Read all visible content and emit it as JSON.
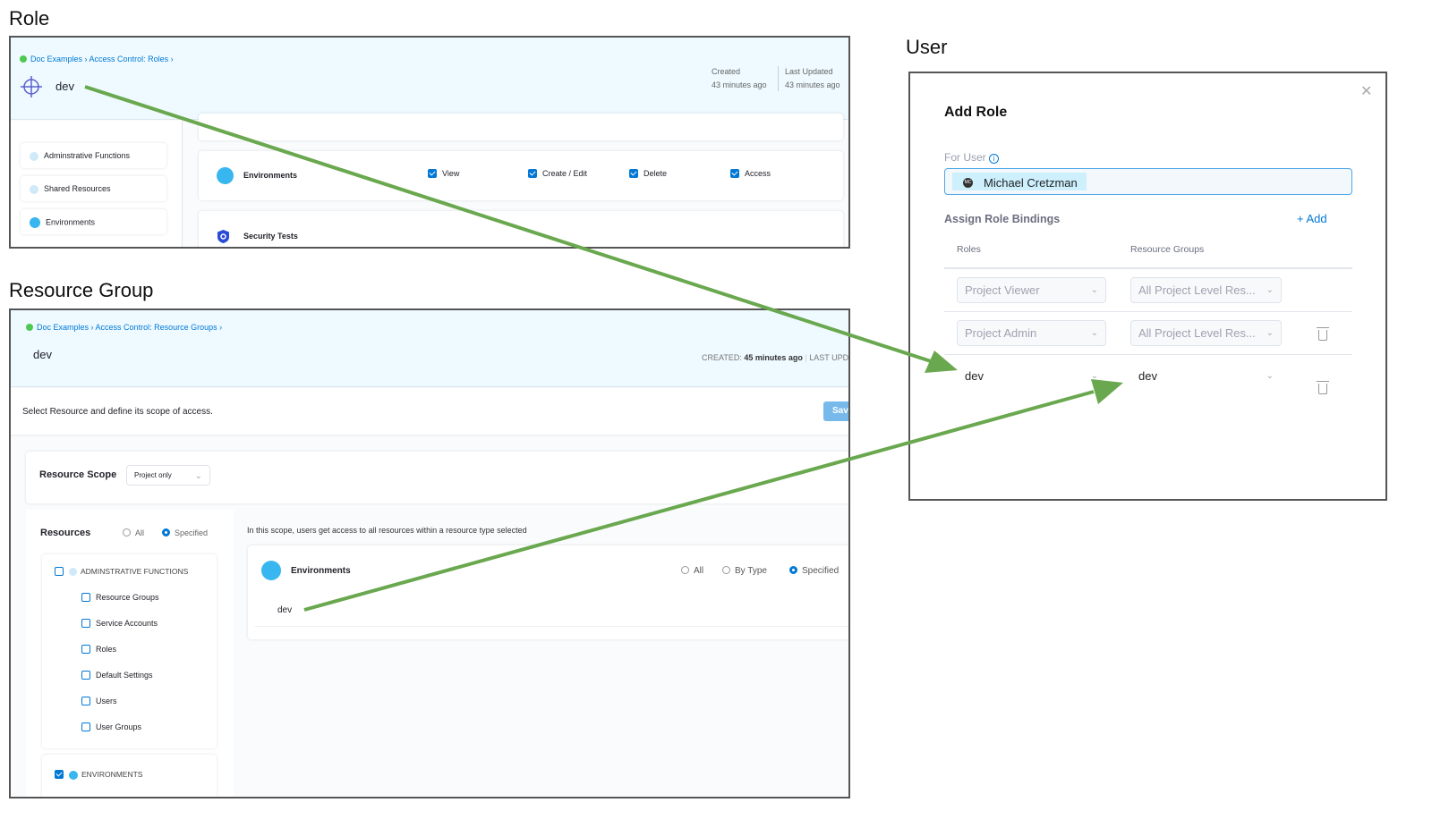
{
  "sections": {
    "role": "Role",
    "resource_group": "Resource Group",
    "user": "User"
  },
  "role_panel": {
    "breadcrumb": [
      "Doc Examples",
      "Access Control: Roles"
    ],
    "title": "dev",
    "created_label": "Created",
    "created_value": "43 minutes ago",
    "updated_label": "Last Updated",
    "updated_value": "43 minutes ago",
    "sidebar": [
      "Adminstrative Functions",
      "Shared Resources",
      "Environments"
    ],
    "env_card": {
      "title": "Environments",
      "permissions": [
        {
          "label": "View",
          "checked": true
        },
        {
          "label": "Create / Edit",
          "checked": true
        },
        {
          "label": "Delete",
          "checked": true
        },
        {
          "label": "Access",
          "checked": true
        }
      ]
    },
    "security_tests": "Security Tests"
  },
  "rg_panel": {
    "breadcrumb": [
      "Doc Examples",
      "Access Control: Resource Groups"
    ],
    "title": "dev",
    "created_label": "CREATED:",
    "created_value": "45 minutes ago",
    "last_updated_label": "LAST UPD",
    "instruction": "Select Resource and define its scope of access.",
    "save_label": "Sav",
    "scope_label": "Resource Scope",
    "scope_value": "Project only",
    "resources_label": "Resources",
    "radio_all": "All",
    "radio_specified": "Specified",
    "admin_group": "ADMINSTRATIVE FUNCTIONS",
    "admin_items": [
      "Resource Groups",
      "Service Accounts",
      "Roles",
      "Default Settings",
      "Users",
      "User Groups"
    ],
    "env_group": "ENVIRONMENTS",
    "scope_note": "In this scope, users get access to all resources within a resource type selected",
    "env_card": {
      "title": "Environments",
      "opt_all": "All",
      "opt_bytype": "By Type",
      "opt_specified": "Specified",
      "item": "dev"
    }
  },
  "dialog": {
    "title": "Add Role",
    "for_user_label": "For User",
    "user_name": "Michael Cretzman",
    "user_initials": "MC",
    "bindings_label": "Assign Role Bindings",
    "add_label": "+ Add",
    "col_roles": "Roles",
    "col_rg": "Resource Groups",
    "rows": [
      {
        "role": "Project Viewer",
        "rg": "All Project Level Res...",
        "deletable": false
      },
      {
        "role": "Project Admin",
        "rg": "All Project Level Res...",
        "deletable": true
      },
      {
        "role": "dev",
        "rg": "dev",
        "deletable": true
      }
    ]
  },
  "colors": {
    "accent": "#0278d5",
    "arrow": "#6aa84f",
    "header_bg": "#eefaff"
  }
}
